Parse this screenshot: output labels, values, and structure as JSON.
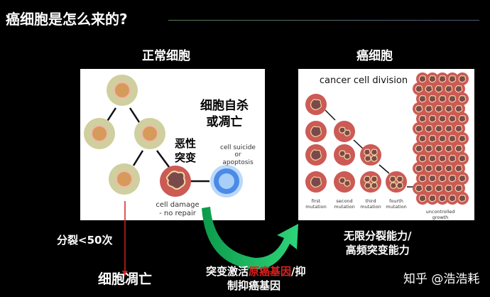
{
  "title": "癌细胞是怎么来的?",
  "left": {
    "heading": "正常细胞",
    "suicide_cn": [
      "细胞自杀",
      "或凋亡"
    ],
    "mutation_cn": [
      "恶性",
      "突变"
    ],
    "suicide_en": [
      "cell suicide",
      "or",
      "apoptosis"
    ],
    "damage_en": [
      "cell damage",
      "- no repair"
    ],
    "division_limit": "分裂<50次",
    "death": "细胞凋亡"
  },
  "right": {
    "heading": "癌细胞",
    "diagram_title": "cancer cell division",
    "stages": [
      {
        "l1": "first",
        "l2": "mutation"
      },
      {
        "l1": "second",
        "l2": "mutation"
      },
      {
        "l1": "third",
        "l2": "mutation"
      },
      {
        "l1": "fourth",
        "l2": "mutation"
      }
    ],
    "growth": [
      "uncontrolled",
      "growth"
    ],
    "caption": [
      "无限分裂能力/",
      "高频突变能力"
    ]
  },
  "arrow_caption": {
    "pre": "突变激活",
    "highlight": "原癌基因",
    "post": "/抑",
    "line2": "制抑癌基因"
  },
  "watermark": "知乎 @浩浩耗",
  "colors": {
    "normal_outer": "#cfcf9f",
    "normal_nucleus": "#d69a5a",
    "cancer": "#cc5a55",
    "cancer_nucleus": "#7a4a4a",
    "apoptosis": "#4a8ae8",
    "arrow": "#1db954",
    "highlight": "#e0201c"
  }
}
